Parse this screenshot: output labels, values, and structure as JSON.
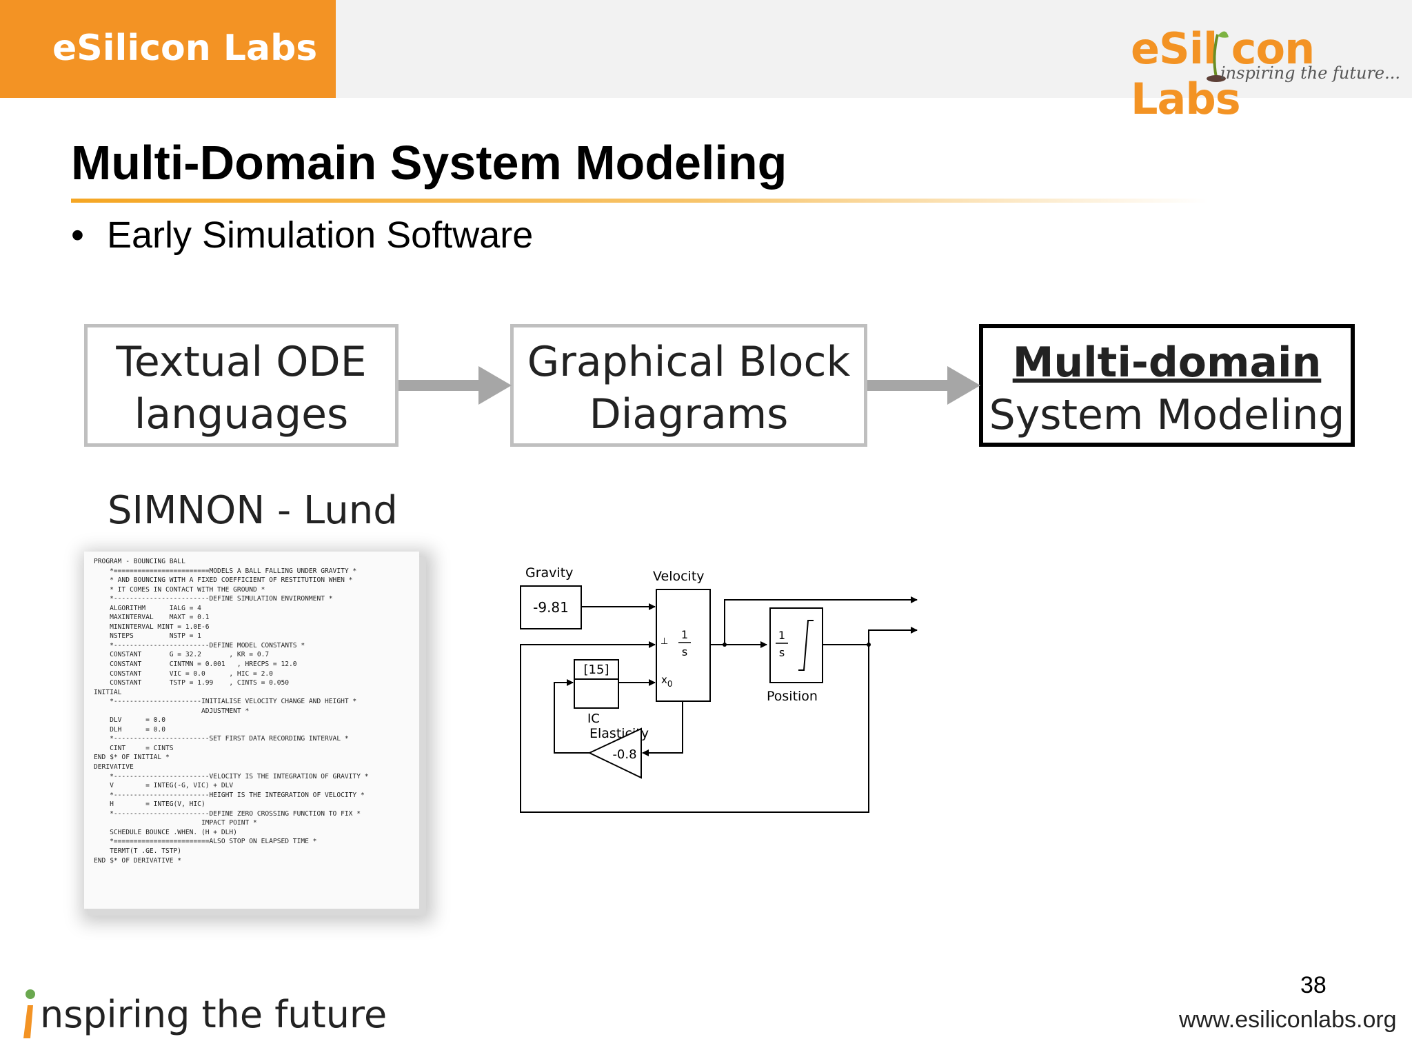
{
  "header": {
    "brand_tab": "eSilicon Labs",
    "logo_main": "eSil con Labs",
    "logo_tagline": "inspiring the future..."
  },
  "slide": {
    "title": "Multi-Domain System Modeling",
    "bullet_marker": "•",
    "bullet": "Early Simulation Software"
  },
  "flow": {
    "box1": {
      "line1": "Textual ODE",
      "line2": "languages"
    },
    "box2": {
      "line1": "Graphical Block",
      "line2": "Diagrams"
    },
    "box3": {
      "line1": "Multi-domain",
      "line2": "System Modeling"
    }
  },
  "simnon_label": "SIMNON  - Lund",
  "code_listing": "PROGRAM - BOUNCING BALL\n    *========================MODELS A BALL FALLING UNDER GRAVITY *\n    * AND BOUNCING WITH A FIXED COEFFICIENT OF RESTITUTION WHEN *\n    * IT COMES IN CONTACT WITH THE GROUND *\n    *------------------------DEFINE SIMULATION ENVIRONMENT *\n    ALGORITHM      IALG = 4\n    MAXINTERVAL    MAXT = 0.1\n    MININTERVAL MINT = 1.0E-6\n    NSTEPS         NSTP = 1\n    *------------------------DEFINE MODEL CONSTANTS *\n    CONSTANT       G = 32.2       , KR = 0.7\n    CONSTANT       CINTMN = 0.001   , HRECPS = 12.0\n    CONSTANT       VIC = 0.0      , HIC = 2.0\n    CONSTANT       TSTP = 1.99    , CINTS = 0.050\nINITIAL\n    *----------------------INITIALISE VELOCITY CHANGE AND HEIGHT *\n                           ADJUSTMENT *\n    DLV      = 0.0\n    DLH      = 0.0\n    *------------------------SET FIRST DATA RECORDING INTERVAL *\n    CINT     = CINTS\nEND $* OF INITIAL *\nDERIVATIVE\n    *------------------------VELOCITY IS THE INTEGRATION OF GRAVITY *\n    V        = INTEG(-G, VIC) + DLV\n    *------------------------HEIGHT IS THE INTEGRATION OF VELOCITY *\n    H        = INTEG(V, HIC)\n    *------------------------DEFINE ZERO CROSSING FUNCTION TO FIX *\n                           IMPACT POINT *\n    SCHEDULE BOUNCE .WHEN. (H + DLH)\n    *========================ALSO STOP ON ELAPSED TIME *\n    TERMT(T .GE. TSTP)\nEND $* OF DERIVATIVE *",
  "block_diagram": {
    "gravity_label": "Gravity",
    "gravity_value": "-9.81",
    "velocity_label": "Velocity",
    "integrator_num": "1",
    "integrator_den": "s",
    "ic_value": "[15]",
    "ic_label": "IC",
    "elasticity_label": "Elasticity",
    "gain_value": "-0.8",
    "position_label": "Position",
    "x0_label": "x",
    "x0_sub": "0"
  },
  "footer": {
    "page_number": "38",
    "tagline": "nspiring the future",
    "url": "www.esiliconlabs.org"
  },
  "colors": {
    "brand_orange": "#f39324",
    "header_gray": "#f2f2f2",
    "box_border": "#bfbfbf",
    "arrow_gray": "#a6a6a6"
  }
}
